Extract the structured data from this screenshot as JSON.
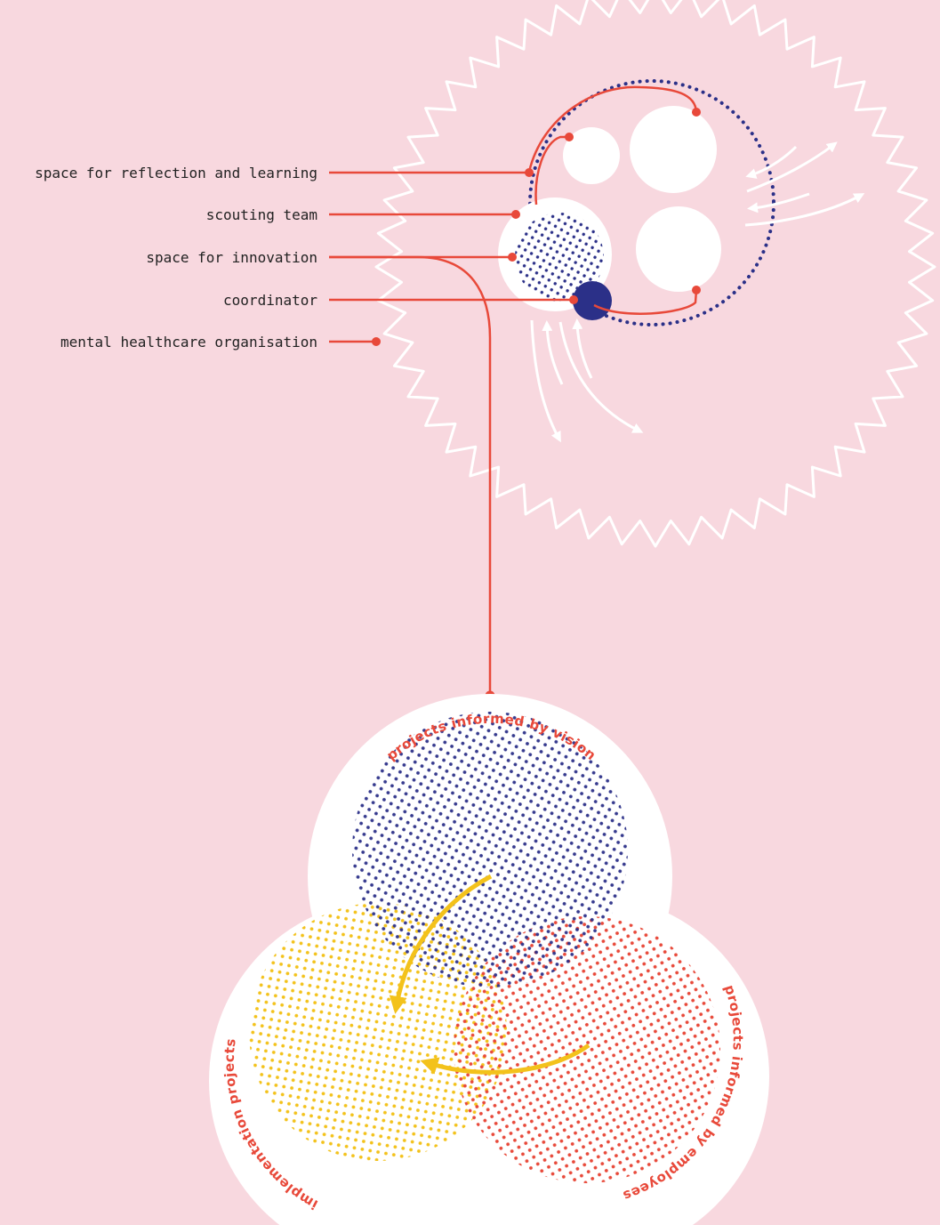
{
  "colors": {
    "background": "#f8d8df",
    "white": "#ffffff",
    "red": "#e8493a",
    "navy": "#2b3088",
    "yellow": "#f3c21b",
    "text": "#222222"
  },
  "legend": {
    "items": [
      {
        "label": "space for reflection and learning"
      },
      {
        "label": "scouting team"
      },
      {
        "label": "space for innovation"
      },
      {
        "label": "coordinator"
      },
      {
        "label": "mental healthcare organisation"
      }
    ]
  },
  "venn": {
    "top_label": "projects informed by vision",
    "right_label": "projects informed by employees",
    "left_label": "implementation projects"
  },
  "icons": [
    "wavy-organisation-boundary",
    "flow-arrow-icon",
    "cycle-arrow-icon"
  ]
}
